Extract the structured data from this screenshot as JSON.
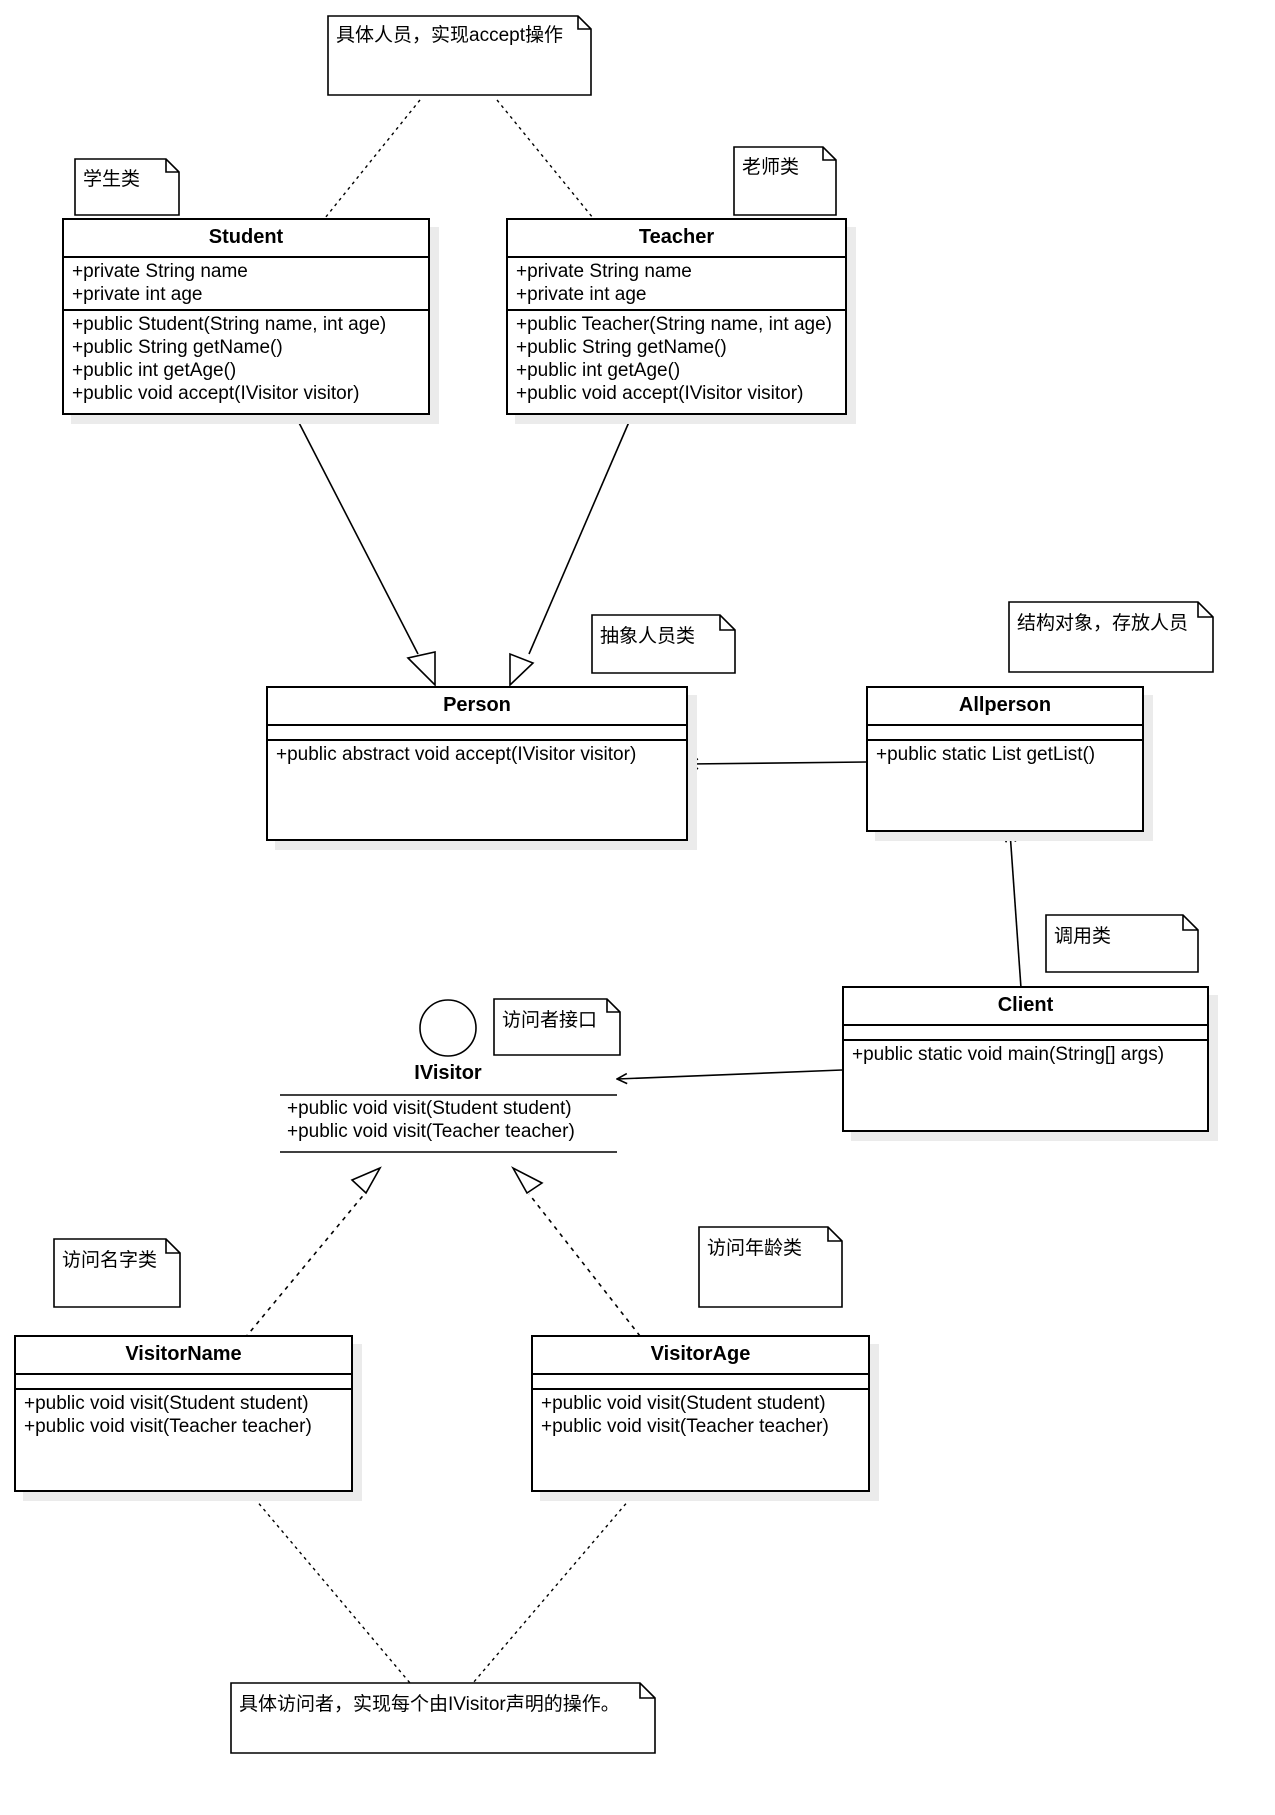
{
  "classes": {
    "student": {
      "name": "Student",
      "attributes": [
        "+private String name",
        "+private int age"
      ],
      "operations": [
        "+public Student(String name, int age)",
        "+public String getName()",
        "+public int getAge()",
        "+public void accept(IVisitor visitor)"
      ]
    },
    "teacher": {
      "name": "Teacher",
      "attributes": [
        "+private String name",
        "+private int age"
      ],
      "operations": [
        "+public Teacher(String name, int age)",
        "+public String getName()",
        "+public int getAge()",
        "+public void accept(IVisitor visitor)"
      ]
    },
    "person": {
      "name": "Person",
      "operations": [
        "+public abstract void accept(IVisitor visitor)"
      ]
    },
    "allperson": {
      "name": "Allperson",
      "operations": [
        "+public static List getList()"
      ]
    },
    "client": {
      "name": "Client",
      "operations": [
        "+public static void main(String[] args)"
      ]
    },
    "visitorname": {
      "name": "VisitorName",
      "operations": [
        "+public void visit(Student student)",
        "+public void visit(Teacher teacher)"
      ]
    },
    "visitorage": {
      "name": "VisitorAge",
      "operations": [
        "+public void visit(Student student)",
        "+public void visit(Teacher teacher)"
      ]
    }
  },
  "interface": {
    "name": "IVisitor",
    "operations": [
      "+public void visit(Student student)",
      "+public void visit(Teacher teacher)"
    ]
  },
  "notes": {
    "concrete_person": "具体人员，实现accept操作",
    "student": "学生类",
    "teacher": "老师类",
    "abstract_person": "抽象人员类",
    "structure": "结构对象，存放人员",
    "caller": "调用类",
    "visitor_interface": "访问者接口",
    "visit_name": "访问名字类",
    "visit_age": "访问年龄类",
    "concrete_visitor": "具体访问者，实现每个由IVisitor声明的操作。"
  }
}
